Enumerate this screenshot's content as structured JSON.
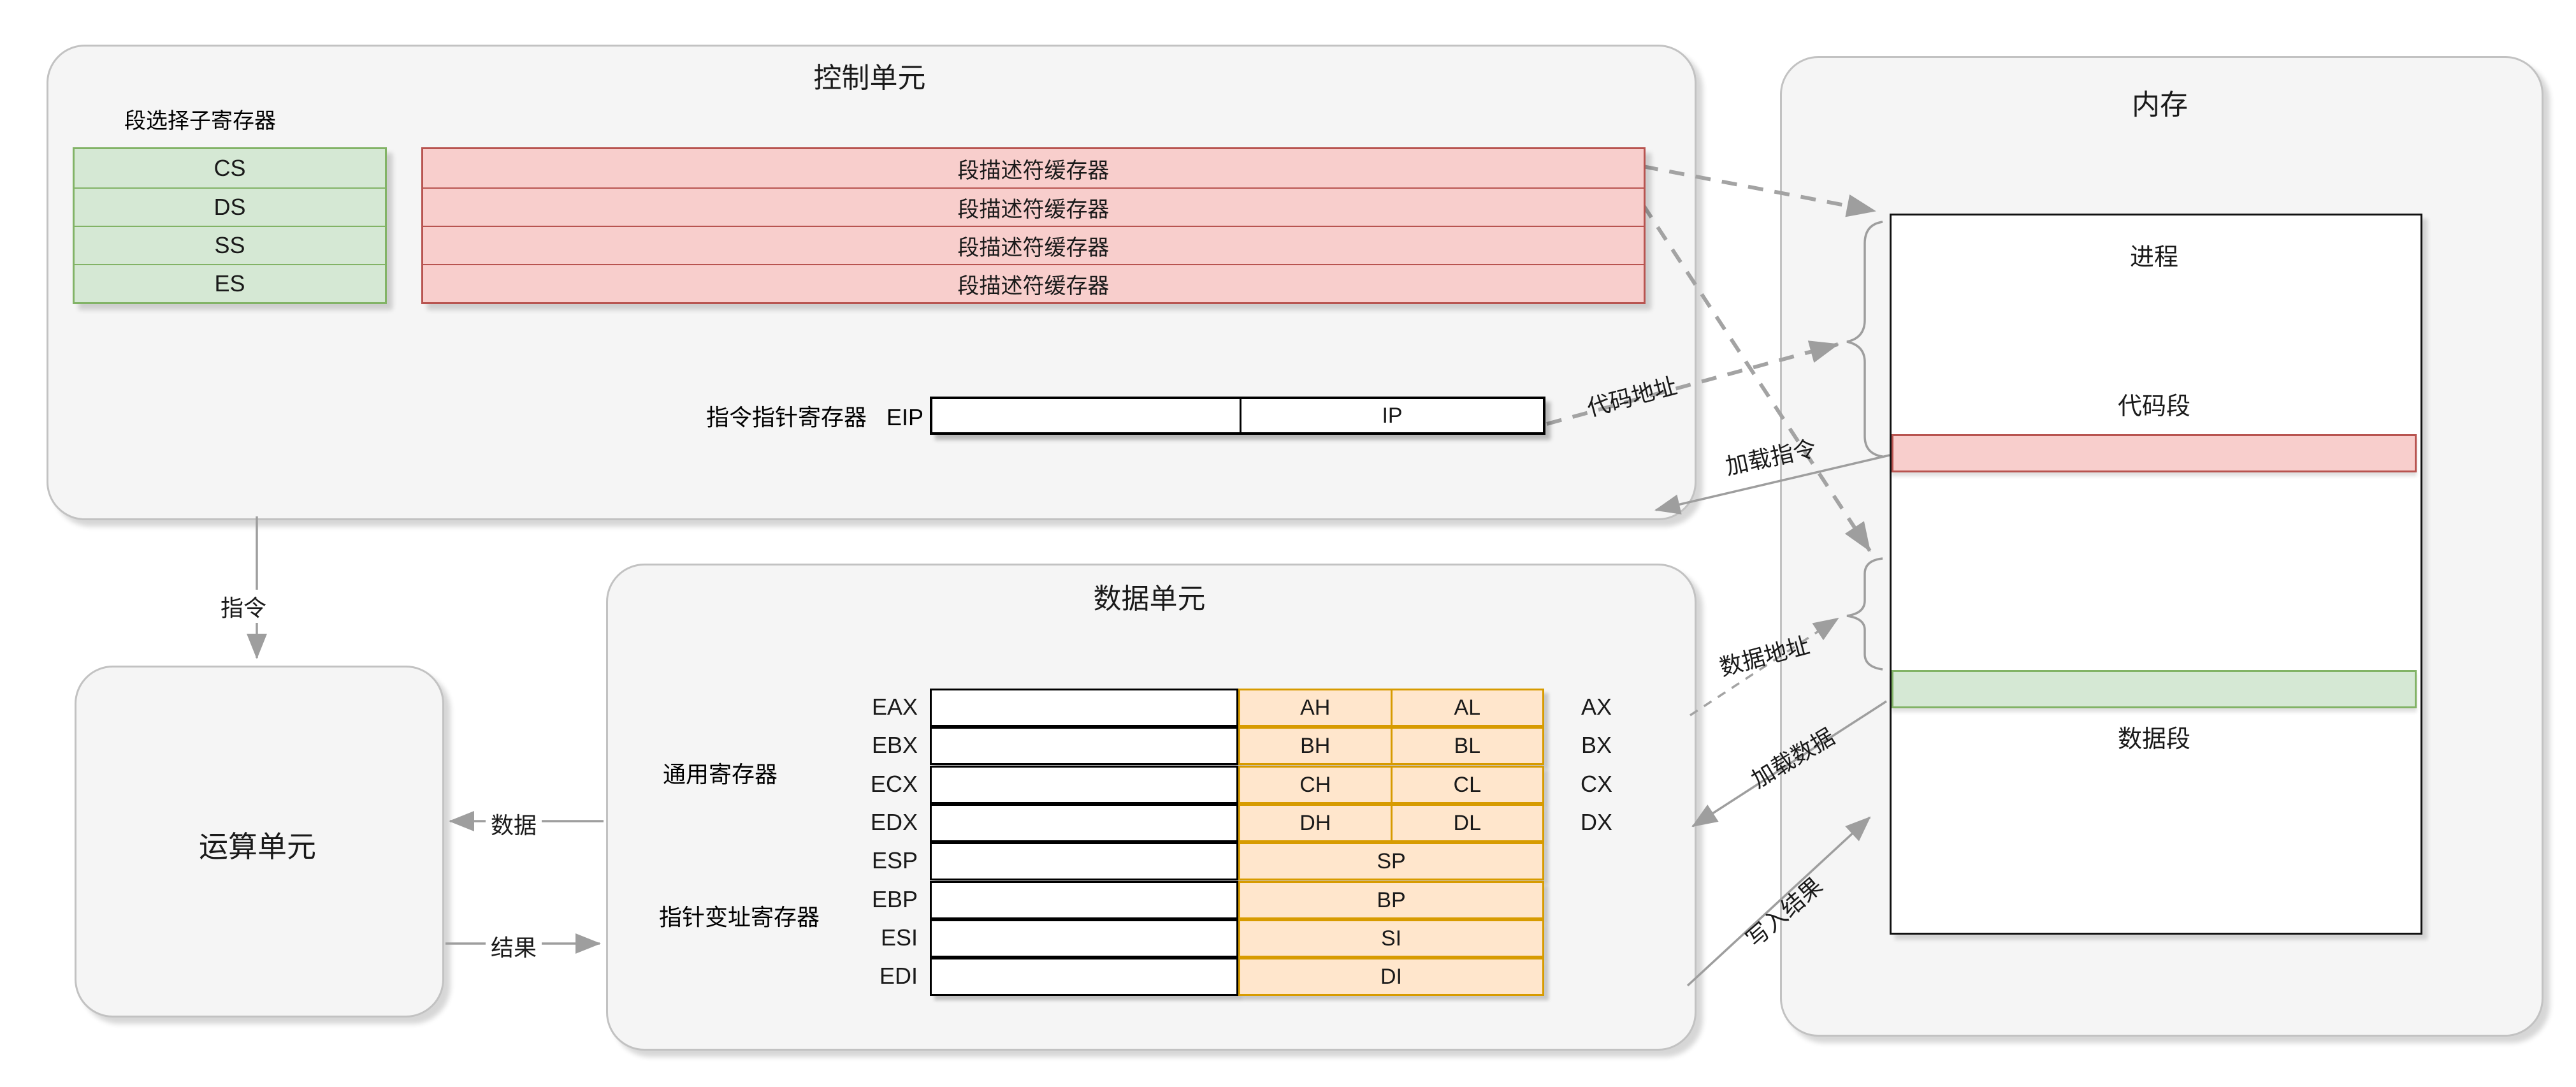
{
  "control_unit": {
    "title": "控制单元",
    "selector_label": "段选择子寄存器",
    "selectors": [
      "CS",
      "DS",
      "SS",
      "ES"
    ],
    "descriptor_rows": [
      "段描述符缓存器",
      "段描述符缓存器",
      "段描述符缓存器",
      "段描述符缓存器"
    ],
    "eip_label": "指令指针寄存器",
    "eip_name": "EIP",
    "eip_low_label": "IP"
  },
  "alu": {
    "title": "运算单元"
  },
  "data_unit": {
    "title": "数据单元",
    "general_label": "通用寄存器",
    "pointer_label": "指针变址寄存器",
    "registers": [
      {
        "name": "EAX",
        "high": "AH",
        "low": "AL",
        "x16": "AX"
      },
      {
        "name": "EBX",
        "high": "BH",
        "low": "BL",
        "x16": "BX"
      },
      {
        "name": "ECX",
        "high": "CH",
        "low": "CL",
        "x16": "CX"
      },
      {
        "name": "EDX",
        "high": "DH",
        "low": "DL",
        "x16": "DX"
      },
      {
        "name": "ESP",
        "wide": "SP"
      },
      {
        "name": "EBP",
        "wide": "BP"
      },
      {
        "name": "ESI",
        "wide": "SI"
      },
      {
        "name": "EDI",
        "wide": "DI"
      }
    ]
  },
  "memory": {
    "title": "内存",
    "process_label": "进程",
    "code_segment_label": "代码段",
    "data_segment_label": "数据段"
  },
  "edges": {
    "instruction": "指令",
    "data": "数据",
    "result": "结果",
    "code_address": "代码地址",
    "load_instruction": "加载指令",
    "data_address": "数据地址",
    "load_data": "加载数据",
    "write_result": "写入结果"
  },
  "colors": {
    "selector_fill": "#d5e8d4",
    "selector_border": "#82b366",
    "descriptor_fill": "#f8cecc",
    "descriptor_border": "#b85450",
    "register16_fill": "#ffe6cc",
    "register16_border": "#d79b00",
    "unit_fill": "#f5f5f5",
    "unit_border": "#c2c2c2",
    "connector": "#9e9e9e"
  }
}
